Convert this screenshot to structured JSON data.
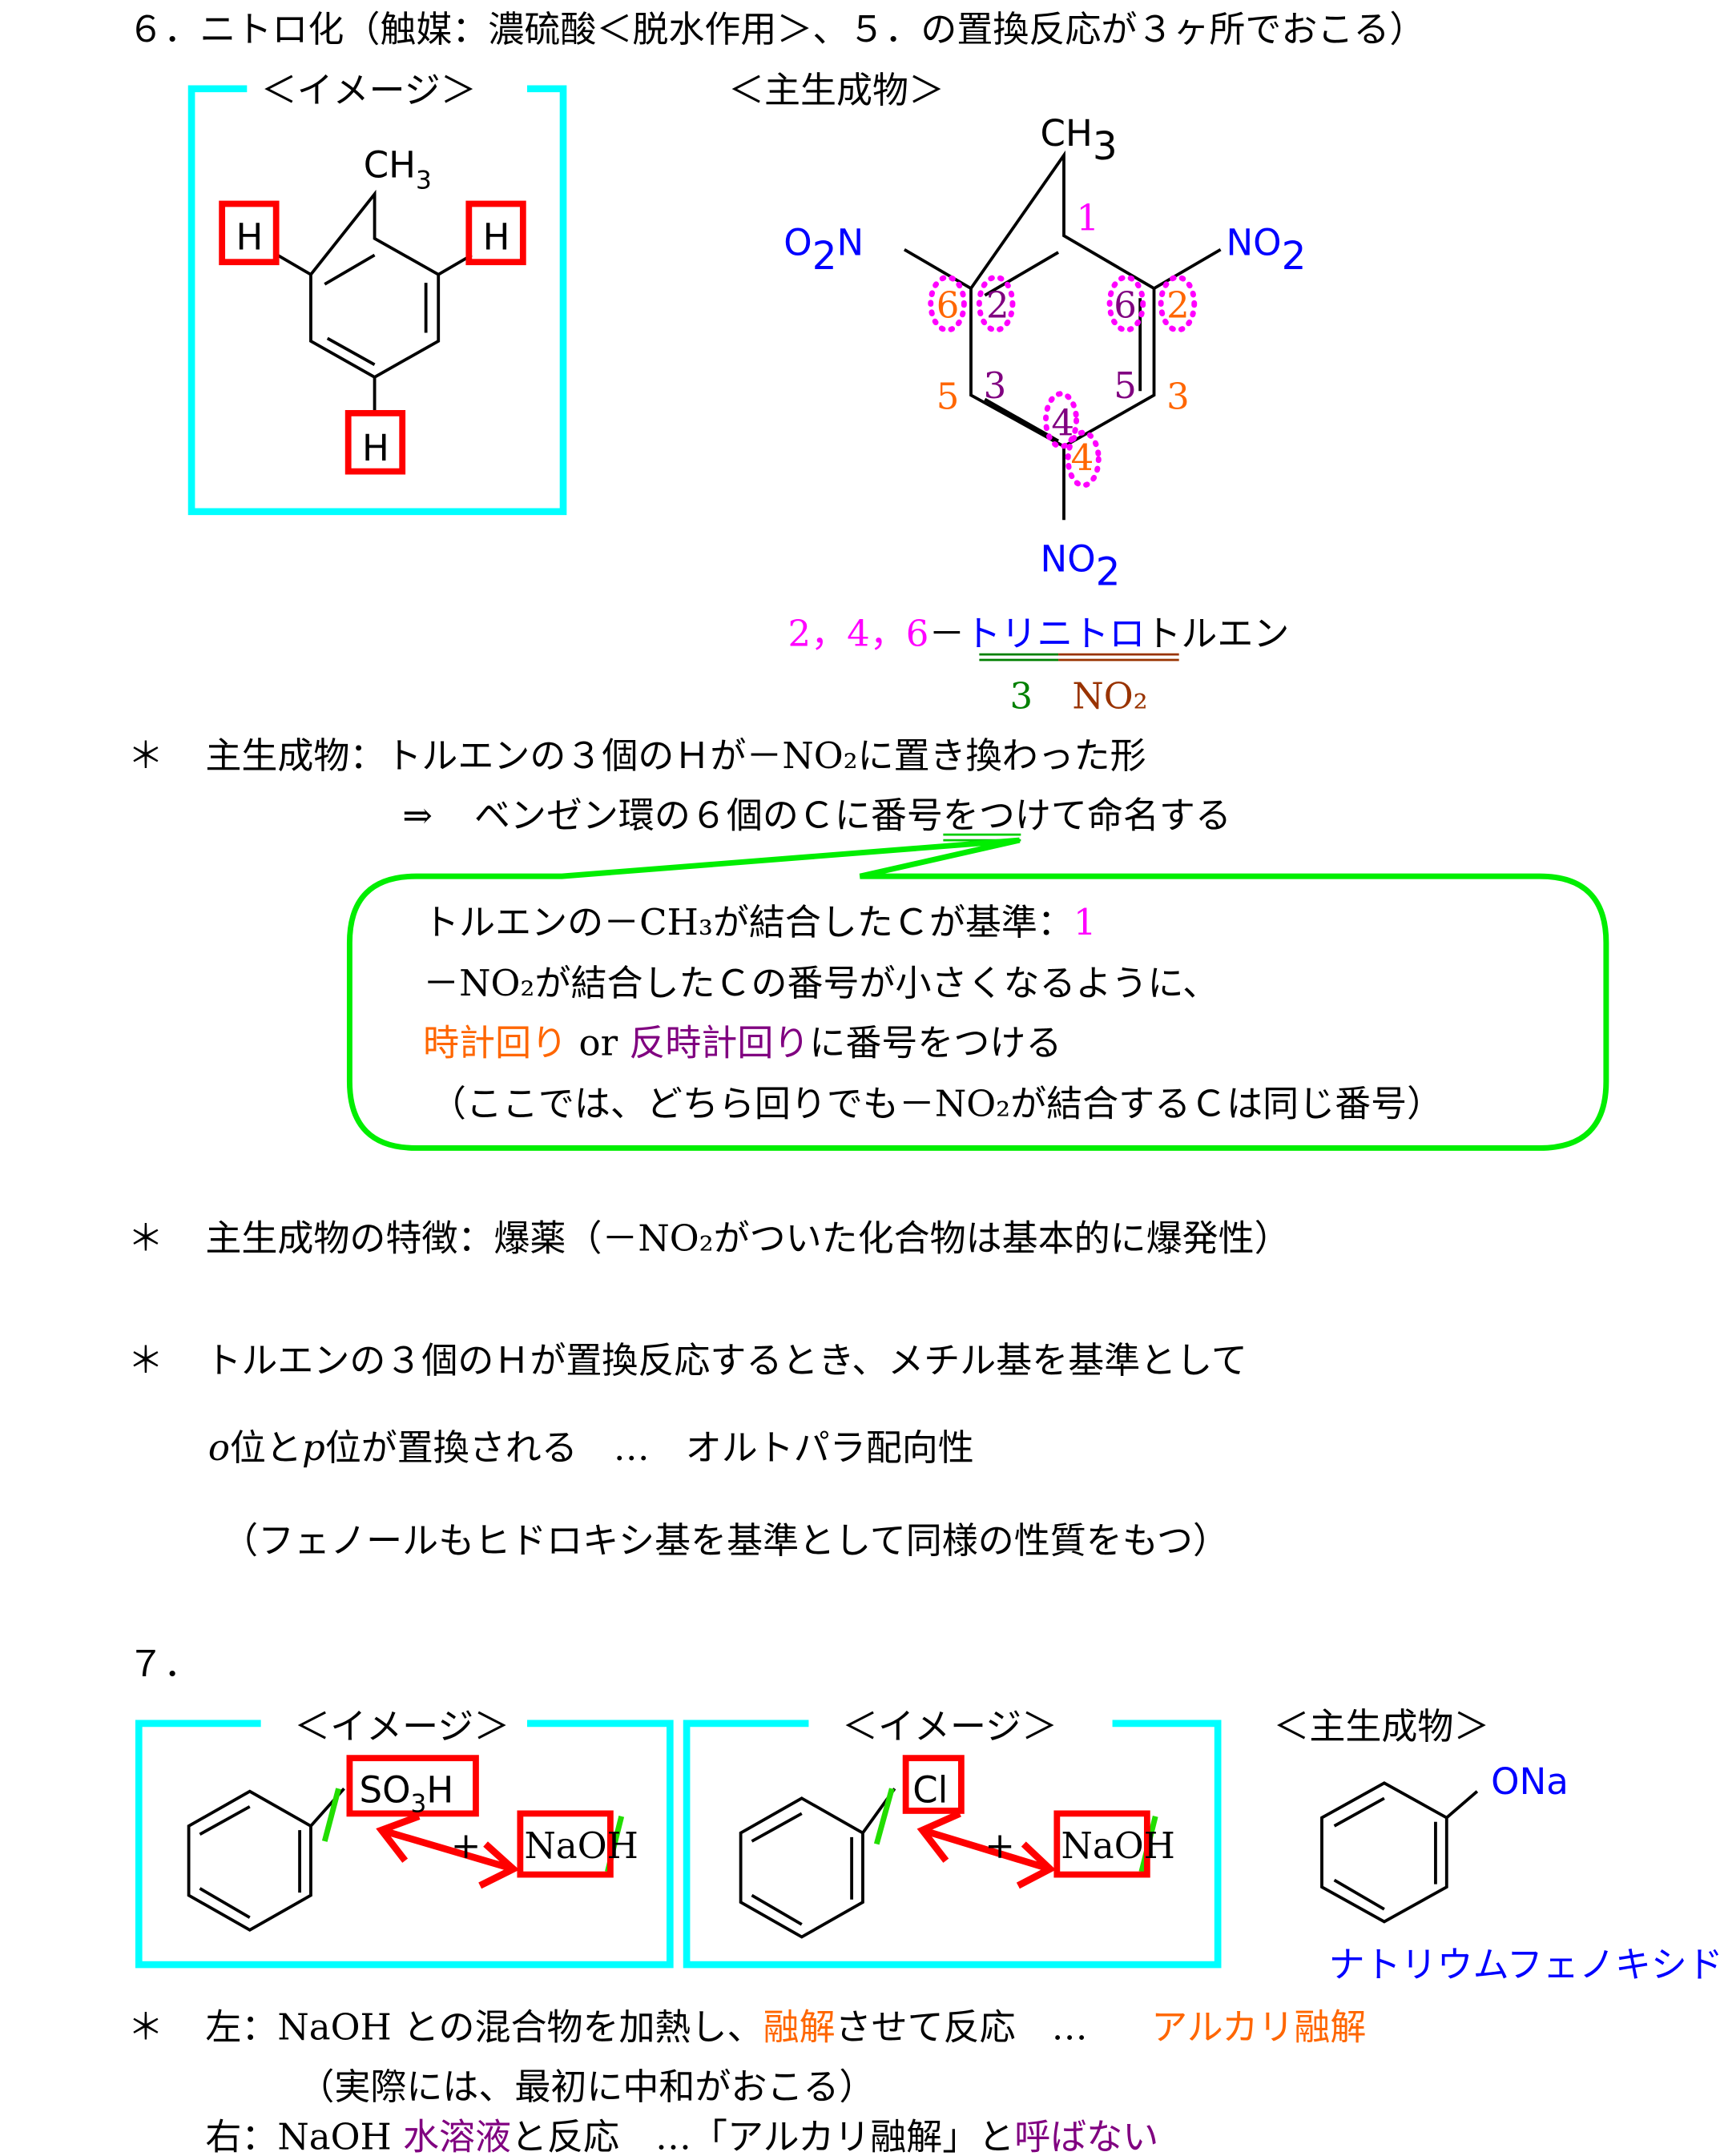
{
  "colors": {
    "cyan": "#00ffff",
    "red": "#ff0000",
    "magenta": "#ff00ff",
    "orange": "#ff6600",
    "purple": "#800080",
    "blue": "#0000ff",
    "green": "#008000",
    "brown": "#993300",
    "callout": "#00ee00"
  },
  "section6": {
    "title": "６．ニトロ化（触媒：濃硫酸＜脱水作用＞、５．の置換反応が３ヶ所でおこる）",
    "image_label": "＜イメージ＞",
    "product_label": "＜主生成物＞",
    "image_mol": {
      "ch3": "CH",
      "ch3_sub": "3",
      "h": "H"
    },
    "product_mol": {
      "ch3": "CH",
      "ch3_sub": "3",
      "o2n_o": "O",
      "o2n_sub": "2",
      "o2n_n": "N",
      "no2": "NO",
      "no2_sub": "2",
      "numbers": {
        "c1": "1",
        "cw6": "6",
        "ccw2": "2",
        "ccw6": "6",
        "cw2": "2",
        "cw5": "5",
        "ccw3": "3",
        "ccw5": "5",
        "cw3": "3",
        "ccw4": "4",
        "cw4": "4"
      }
    },
    "name": {
      "positions": "2，4，6",
      "dash": "－",
      "trinitro": "トリニトロ",
      "toluene": "トルエン",
      "note_3": "3",
      "note_no2": "NO₂"
    },
    "notes": [
      {
        "star": "＊",
        "text": "主生成物：トルエンの３個のＨが－NO₂に置き換わった形"
      },
      {
        "arrow": "⇒",
        "text_before": "ベンゼン環の６個のＣに",
        "text_underlined": "番号",
        "text_after": "をつけて命名する"
      }
    ],
    "callout": {
      "line1": "トルエンの－CH₃が結合したＣが基準：",
      "line1_num": "1",
      "line2": "－NO₂が結合したＣの番号が小さくなるように、",
      "line3_a": "時計回り",
      "line3_b": " or ",
      "line3_c": "反時計回り",
      "line3_d": "に番号をつける",
      "line4": "（ここでは、どちら回りでも－NO₂が結合するＣは同じ番号）"
    },
    "feature": {
      "star": "＊",
      "text": "主生成物の特徴：爆薬（－NO₂がついた化合物は基本的に爆発性）"
    },
    "orientation": {
      "star": "＊",
      "line1": "トルエンの３個のＨが置換反応するとき、メチル基を基準として",
      "o": "o",
      "line2_a": "位と",
      "p": "p",
      "line2_b": "位が置換される　…　オルトパラ配向性",
      "line3": "（フェノールもヒドロキシ基を基準として同様の性質をもつ）"
    }
  },
  "section7": {
    "title": "７．",
    "image_label1": "＜イメージ＞",
    "image_label2": "＜イメージ＞",
    "product_label": "＜主生成物＞",
    "so3h": "SO",
    "so3h_sub": "3",
    "so3h_h": "H",
    "cl": "Cl",
    "naoh_a": "NaO",
    "naoh_b": "H",
    "plus": "+",
    "ona": "ONa",
    "product_name": "ナトリウムフェノキシド",
    "notes": {
      "star": "＊",
      "left_a": "左：NaOH との混合物を加熱し、",
      "left_b": "融解",
      "left_c": "させて反応　…　",
      "left_d": "アルカリ融解",
      "left_2": "（実際には、最初に中和がおこる）",
      "right_a": "右：NaOH ",
      "right_b": "水溶液",
      "right_c": "と反応　…「アルカリ融解」と",
      "right_d": "呼ばない"
    }
  }
}
